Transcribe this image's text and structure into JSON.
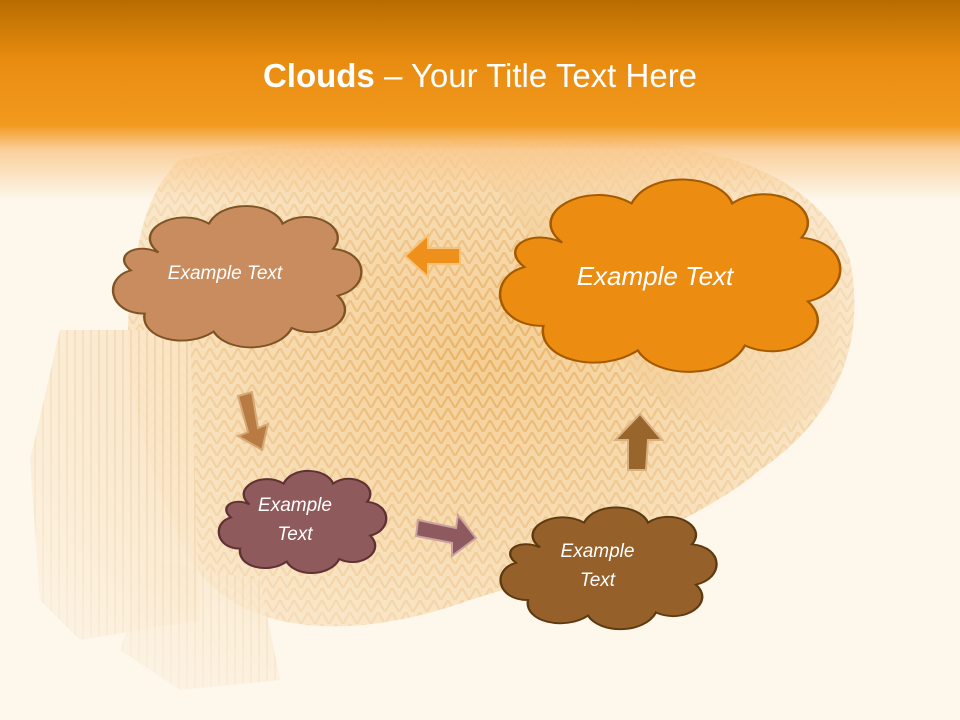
{
  "slide": {
    "title_bold": "Clouds",
    "title_rest": " – Your Title Text Here"
  },
  "clouds": {
    "top_left": "Example Text",
    "top_right": "Example Text",
    "bottom_left": "Example\nText",
    "bottom_right": "Example\nText"
  },
  "colors": {
    "title_bar": "#e88c10",
    "cloud_top_left": "#c98c5e",
    "cloud_top_right": "#ec8c10",
    "cloud_bottom_left": "#8f5a5c",
    "cloud_bottom_right": "#95602a",
    "arrow_orange": "#f0901c",
    "arrow_tan": "#b77b43",
    "arrow_mauve": "#8e5a5f",
    "arrow_brown": "#98652d"
  },
  "icons": [
    "cloud-shape",
    "arrow-left-icon",
    "arrow-down-right-icon",
    "arrow-right-icon",
    "arrow-up-icon"
  ]
}
